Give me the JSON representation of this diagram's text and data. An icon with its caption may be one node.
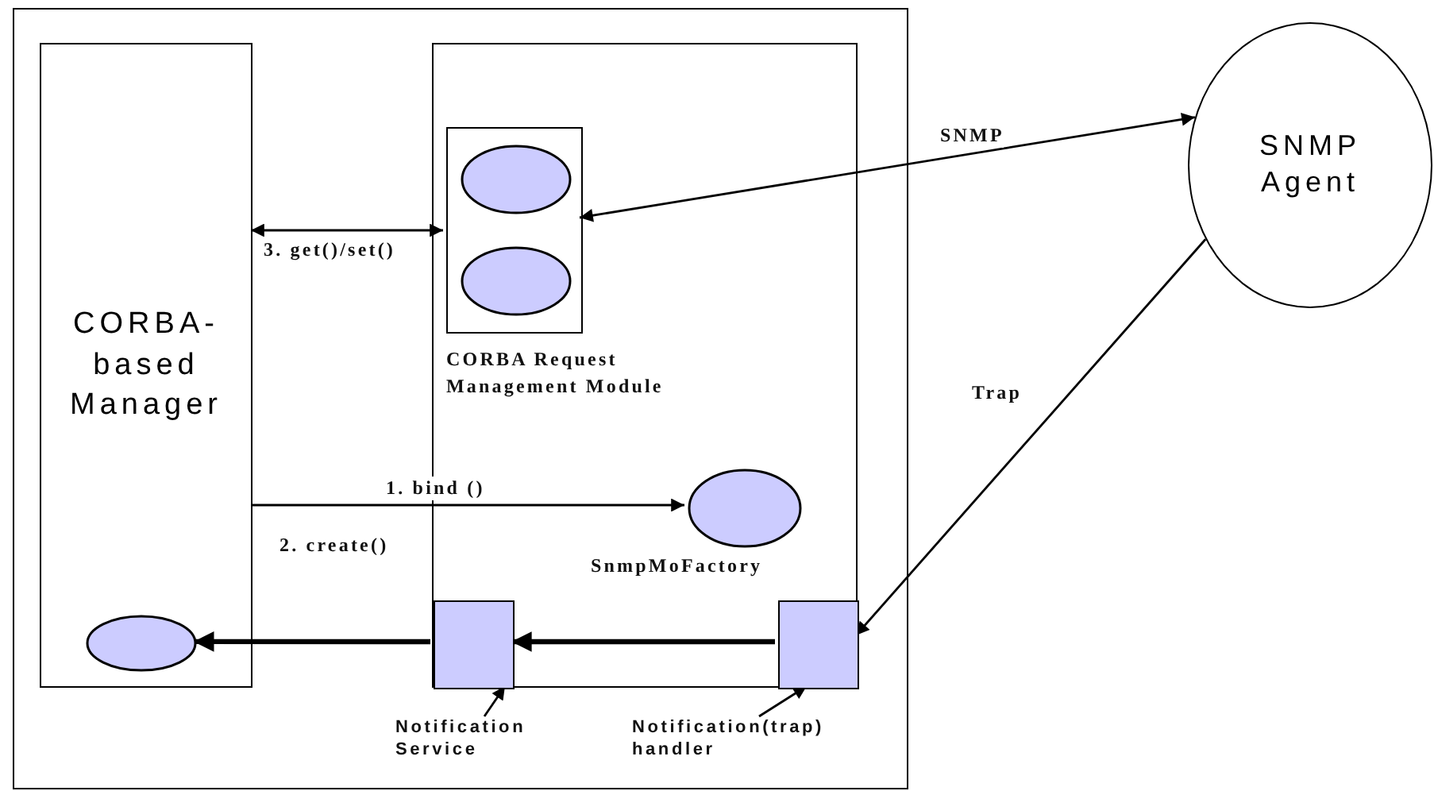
{
  "diagram": {
    "nodes": [
      {
        "text": [],
        "shape": "box"
      },
      {
        "text": [
          "CORBA-based Manager"
        ],
        "in": 0
      },
      {
        "text": [],
        "shape": "ellipse",
        "in": 1
      },
      {
        "text": [],
        "shape": "box",
        "in": 0
      },
      {
        "text": [],
        "shape": "box",
        "in": 3,
        "beside": [
          "CORBA Request Management Module"
        ]
      },
      {
        "text": [],
        "shape": "ellipse",
        "in": 4
      },
      {
        "text": [],
        "shape": "ellipse",
        "in": 4
      },
      {
        "text": [],
        "shape": "ellipse",
        "in": 3,
        "beside": [
          "SnmpMoFactory"
        ]
      },
      {
        "text": [],
        "shape": "box",
        "in": 3
      },
      {
        "text": [
          "Notification Service"
        ],
        "in": 0
      },
      {
        "text": [],
        "shape": "box",
        "in": 3
      },
      {
        "text": [
          "Notification(trap) handler"
        ],
        "in": 0
      },
      {
        "text": [
          "SNMP Agent"
        ]
      }
    ],
    "edges": [
      {
        "from": 1,
        "to": 4,
        "arrow": "both",
        "label": "3. get()/set()"
      },
      {
        "from": 12,
        "to": 4,
        "arrow": "both",
        "label": "SNMP"
      },
      {
        "from": 12,
        "to": 10,
        "arrow": "to",
        "label": "Trap"
      },
      {
        "from": 1,
        "to": 7,
        "arrow": "to",
        "label": "1. bind ()"
      },
      {
        "from": 10,
        "to": 8,
        "arrow": "to",
        "style": "thick"
      },
      {
        "from": 8,
        "to": 2,
        "arrow": "to",
        "style": "thick"
      },
      {
        "from": 9,
        "to": 8,
        "arrow": "to"
      },
      {
        "from": 11,
        "to": 10,
        "arrow": "to"
      }
    ],
    "labels": [
      "2. create()"
    ]
  }
}
